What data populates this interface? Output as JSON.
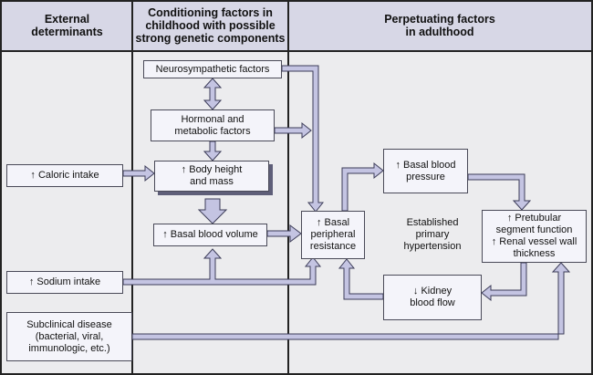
{
  "headers": {
    "external": "External\ndeterminants",
    "childhood": "Conditioning factors in\nchildhood with possible\nstrong genetic components",
    "adulthood": "Perpetuating factors\nin adulthood"
  },
  "boxes": {
    "neurosympathetic": "Neurosympathetic factors",
    "hormonal": "Hormonal and\nmetabolic factors",
    "body_height": "↑ Body height\nand mass",
    "basal_blood_volume": "↑ Basal blood volume",
    "caloric_intake": "↑ Caloric intake",
    "sodium_intake": "↑ Sodium intake",
    "subclinical": "Subclinical disease\n(bacterial, viral,\nimmunologic, etc.)",
    "basal_peripheral": "↑ Basal\nperipheral\nresistance",
    "basal_blood_pressure": "↑ Basal blood\npressure",
    "pretubular": "↑ Pretubular\nsegment function\n↑ Renal vessel wall\nthickness",
    "kidney_blood_flow": "↓ Kidney\nblood flow"
  },
  "center_label": "Established\nprimary\nhypertension",
  "colors": {
    "arrow_fill": "#c4c4e2",
    "arrow_stroke": "#3c3c58",
    "header_bg": "#d7d7e6",
    "body_bg": "#ececee",
    "box_bg": "#f4f4fa"
  }
}
